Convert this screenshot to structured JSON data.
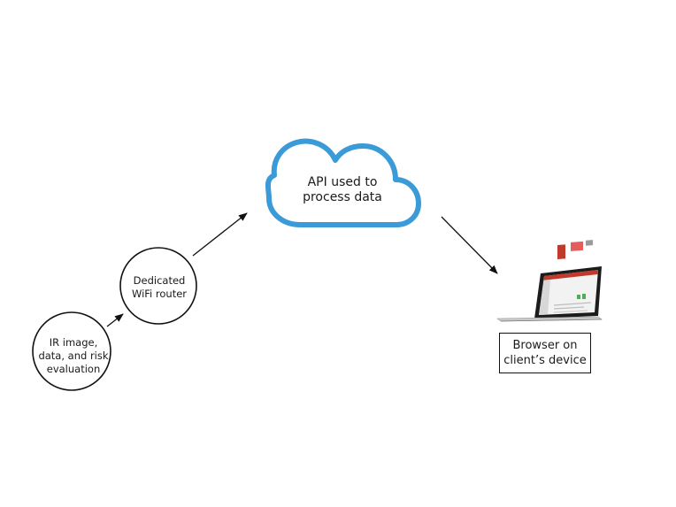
{
  "nodes": {
    "ir": {
      "line1": "IR image,",
      "line2": "data, and risk",
      "line3": "evaluation"
    },
    "router": {
      "line1": "Dedicated",
      "line2": "WiFi router"
    },
    "cloud": {
      "line1": "API used to",
      "line2": "process data"
    },
    "browser": {
      "line1": "Browser on",
      "line2": "client’s device"
    }
  },
  "colors": {
    "cloud_stroke": "#3b9bd8",
    "line": "#111111",
    "laptop_screen_accent": "#c0392b"
  },
  "icons": [
    "cloud-icon",
    "laptop-icon"
  ]
}
